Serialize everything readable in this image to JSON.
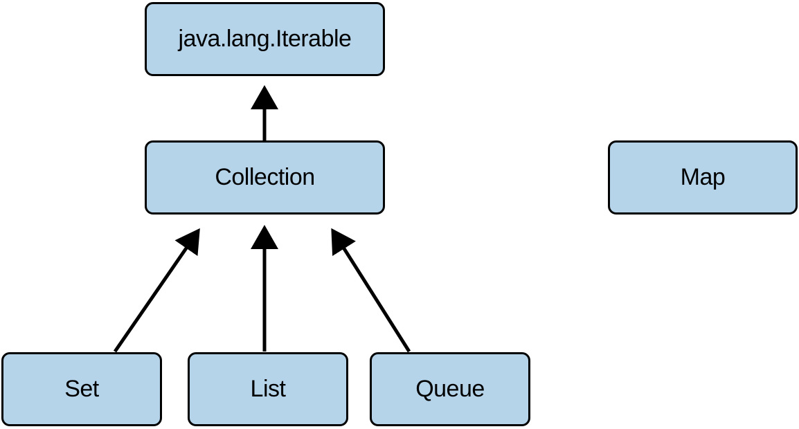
{
  "diagram": {
    "nodes": {
      "iterable": {
        "label": "java.lang.Iterable"
      },
      "collection": {
        "label": "Collection"
      },
      "map": {
        "label": "Map"
      },
      "set": {
        "label": "Set"
      },
      "list": {
        "label": "List"
      },
      "queue": {
        "label": "Queue"
      }
    },
    "edges": [
      {
        "from": "collection",
        "to": "iterable"
      },
      {
        "from": "set",
        "to": "collection"
      },
      {
        "from": "list",
        "to": "collection"
      },
      {
        "from": "queue",
        "to": "collection"
      }
    ],
    "colors": {
      "box_fill": "#b5d4ea",
      "border": "#000000",
      "arrow": "#000000"
    }
  }
}
